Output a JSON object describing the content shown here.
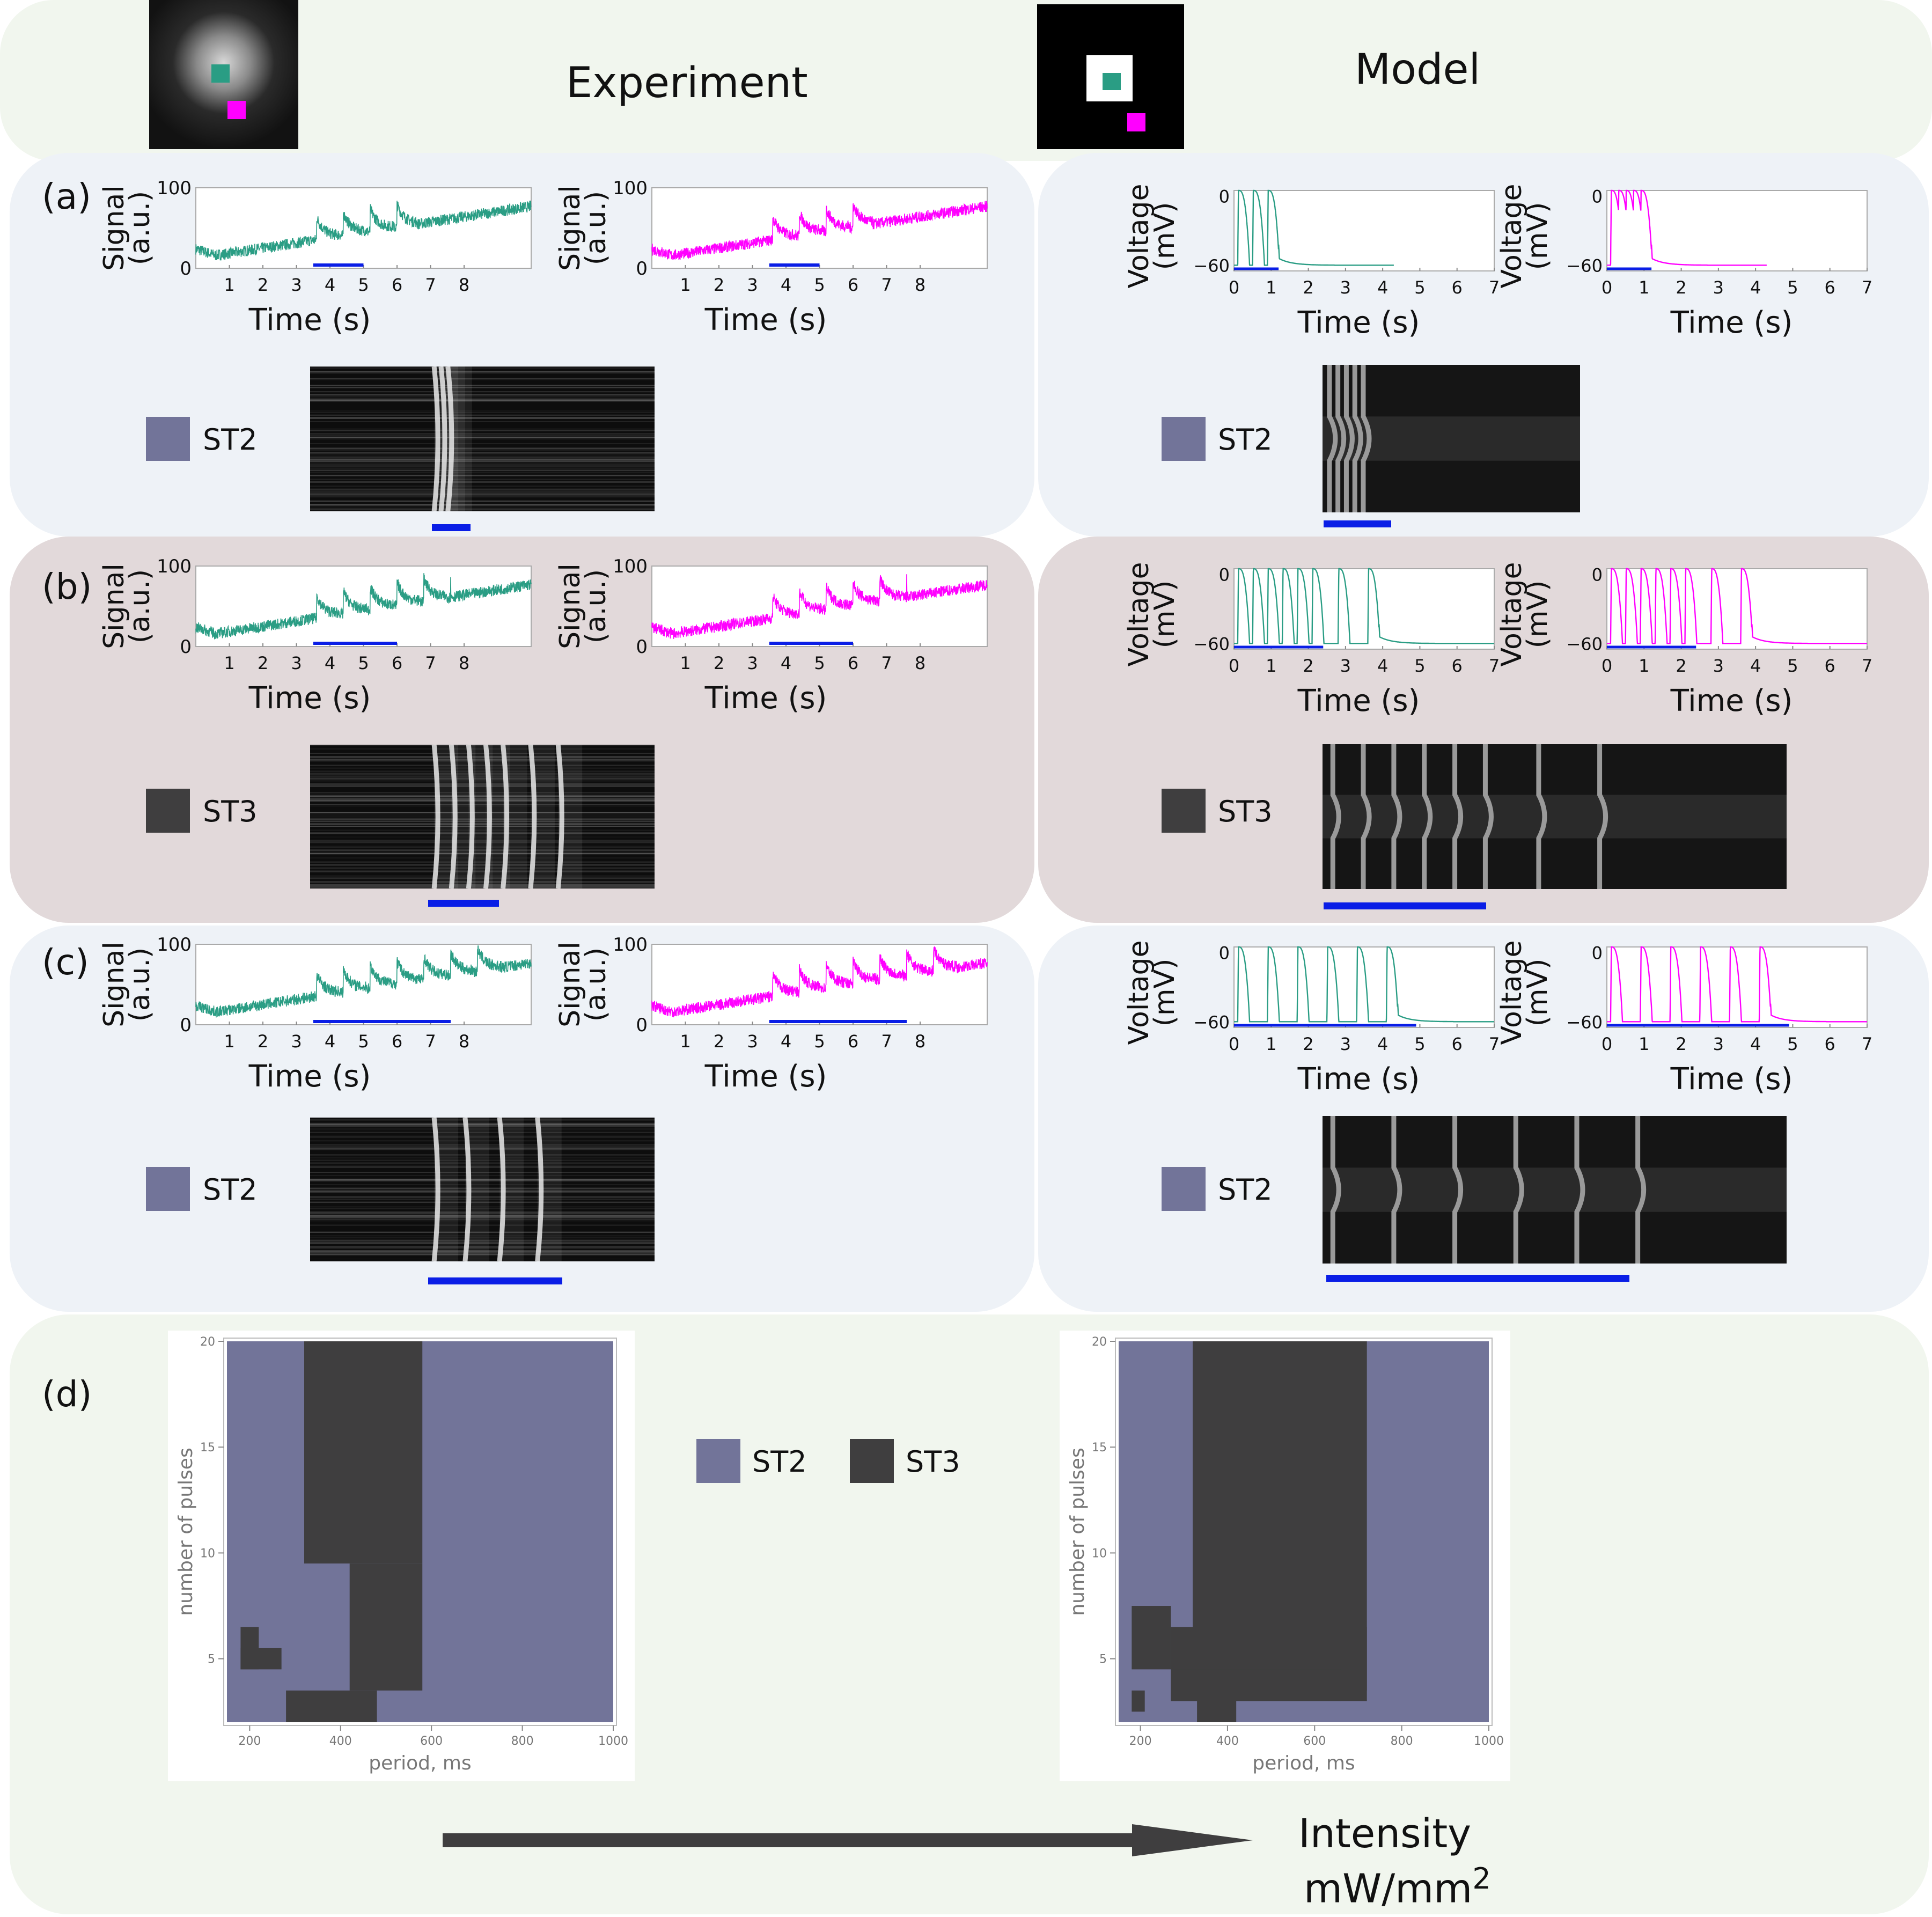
{
  "header": {
    "experiment_title": "Experiment",
    "model_title": "Model"
  },
  "colors": {
    "green_trace": "#2a9d84",
    "magenta_trace": "#ff00ff",
    "stim_bar": "#0a1ee6",
    "st2": "#727499",
    "st3": "#3f3e3f",
    "panel_blue": "#eef2f7",
    "panel_rose": "#e2d9da",
    "panel_green": "#f1f6ee"
  },
  "panels": [
    {
      "label": "(a)",
      "state_label": "ST2",
      "state": "st2"
    },
    {
      "label": "(b)",
      "state_label": "ST3",
      "state": "st3"
    },
    {
      "label": "(c)",
      "state_label": "ST2",
      "state": "st2"
    },
    {
      "label": "(d)"
    }
  ],
  "legend": {
    "st2": "ST2",
    "st3": "ST3"
  },
  "axis_text": {
    "signal_label_1": "Signal",
    "signal_label_2": "(a.u.)",
    "voltage_label_1": "Voltage",
    "voltage_label_2": "(mV)",
    "time_label": "Time (s)"
  },
  "intensity": {
    "line1": "Intensity",
    "line2": "mW/mm",
    "superscript": "2"
  },
  "chart_data": [
    {
      "id": "a-exp-green",
      "type": "line",
      "xlabel": "Time (s)",
      "ylabel": "Signal (a.u.)",
      "xticks": [
        1,
        2,
        3,
        4,
        5,
        6,
        7,
        8
      ],
      "yticks": [
        0,
        100
      ],
      "xlim": [
        0,
        10
      ],
      "ylim": [
        0,
        100
      ],
      "stimulus": [
        3.5,
        5.0
      ],
      "series": [
        {
          "color": "#2a9d84",
          "values": "experimental trace"
        }
      ]
    },
    {
      "id": "a-exp-magenta",
      "type": "line",
      "xlabel": "Time (s)",
      "ylabel": "Signal (a.u.)",
      "xticks": [
        1,
        2,
        3,
        4,
        5,
        6,
        7,
        8
      ],
      "yticks": [
        0,
        100
      ],
      "xlim": [
        0,
        10
      ],
      "ylim": [
        0,
        100
      ],
      "stimulus": [
        3.5,
        5.0
      ]
    },
    {
      "id": "a-model-green",
      "type": "line",
      "xlabel": "Time (s)",
      "ylabel": "Voltage (mV)",
      "xticks": [
        0,
        1,
        2,
        3,
        4,
        5,
        6,
        7
      ],
      "yticks": [
        0,
        -60
      ],
      "xlim": [
        0,
        7
      ],
      "ylim": [
        -65,
        5
      ],
      "stimulus": [
        0,
        1.2
      ],
      "spikes": [
        0.1,
        0.5,
        0.9
      ]
    },
    {
      "id": "a-model-magenta",
      "type": "line",
      "xlabel": "Time (s)",
      "ylabel": "Voltage (mV)",
      "xticks": [
        0,
        1,
        2,
        3,
        4,
        5,
        6,
        7
      ],
      "yticks": [
        0,
        -60
      ],
      "xlim": [
        0,
        7
      ],
      "ylim": [
        -65,
        5
      ],
      "stimulus": [
        0,
        1.2
      ],
      "spikes": [
        0.1,
        0.3,
        0.5,
        0.7,
        0.9
      ]
    },
    {
      "id": "b-exp-green",
      "type": "line",
      "xlabel": "Time (s)",
      "ylabel": "Signal (a.u.)",
      "xticks": [
        1,
        2,
        3,
        4,
        5,
        6,
        7,
        8
      ],
      "yticks": [
        0,
        100
      ],
      "xlim": [
        0,
        10
      ],
      "ylim": [
        0,
        100
      ],
      "stimulus": [
        3.5,
        6.0
      ]
    },
    {
      "id": "b-exp-magenta",
      "type": "line",
      "xlabel": "Time (s)",
      "ylabel": "Signal (a.u.)",
      "xticks": [
        1,
        2,
        3,
        4,
        5,
        6,
        7,
        8
      ],
      "yticks": [
        0,
        100
      ],
      "xlim": [
        0,
        10
      ],
      "ylim": [
        0,
        100
      ],
      "stimulus": [
        3.5,
        6.0
      ]
    },
    {
      "id": "b-model-green",
      "type": "line",
      "xlabel": "Time (s)",
      "ylabel": "Voltage (mV)",
      "xticks": [
        0,
        1,
        2,
        3,
        4,
        5,
        6,
        7
      ],
      "yticks": [
        0,
        -60
      ],
      "xlim": [
        0,
        7
      ],
      "ylim": [
        -65,
        5
      ],
      "stimulus": [
        0,
        2.4
      ],
      "spikes": [
        0.1,
        0.5,
        0.9,
        1.3,
        1.7,
        2.1,
        2.8,
        3.6
      ]
    },
    {
      "id": "b-model-magenta",
      "type": "line",
      "xlabel": "Time (s)",
      "ylabel": "Voltage (mV)",
      "xticks": [
        0,
        1,
        2,
        3,
        4,
        5,
        6,
        7
      ],
      "yticks": [
        0,
        -60
      ],
      "xlim": [
        0,
        7
      ],
      "ylim": [
        -65,
        5
      ],
      "stimulus": [
        0,
        2.4
      ],
      "spikes": [
        0.1,
        0.5,
        0.9,
        1.3,
        1.7,
        2.1,
        2.8,
        3.6
      ]
    },
    {
      "id": "c-exp-green",
      "type": "line",
      "xlabel": "Time (s)",
      "ylabel": "Signal (a.u.)",
      "xticks": [
        1,
        2,
        3,
        4,
        5,
        6,
        7,
        8
      ],
      "yticks": [
        0,
        100
      ],
      "xlim": [
        0,
        10
      ],
      "ylim": [
        0,
        100
      ],
      "stimulus": [
        3.5,
        7.6
      ]
    },
    {
      "id": "c-exp-magenta",
      "type": "line",
      "xlabel": "Time (s)",
      "ylabel": "Signal (a.u.)",
      "xticks": [
        1,
        2,
        3,
        4,
        5,
        6,
        7,
        8
      ],
      "yticks": [
        0,
        100
      ],
      "xlim": [
        0,
        10
      ],
      "ylim": [
        0,
        100
      ],
      "stimulus": [
        3.5,
        7.6
      ]
    },
    {
      "id": "c-model-green",
      "type": "line",
      "xlabel": "Time (s)",
      "ylabel": "Voltage (mV)",
      "xticks": [
        0,
        1,
        2,
        3,
        4,
        5,
        6,
        7
      ],
      "yticks": [
        0,
        -60
      ],
      "xlim": [
        0,
        7
      ],
      "ylim": [
        -65,
        5
      ],
      "stimulus": [
        0,
        4.9
      ],
      "spikes": [
        0.1,
        0.9,
        1.7,
        2.5,
        3.3,
        4.1
      ]
    },
    {
      "id": "c-model-magenta",
      "type": "line",
      "xlabel": "Time (s)",
      "ylabel": "Voltage (mV)",
      "xticks": [
        0,
        1,
        2,
        3,
        4,
        5,
        6,
        7
      ],
      "yticks": [
        0,
        -60
      ],
      "xlim": [
        0,
        7
      ],
      "ylim": [
        -65,
        5
      ],
      "stimulus": [
        0,
        4.9
      ],
      "spikes": [
        0.1,
        0.9,
        1.7,
        2.5,
        3.3,
        4.1
      ]
    },
    {
      "id": "d-exp-map",
      "type": "heatmap",
      "xlabel": "period, ms",
      "ylabel": "number of pulses",
      "xticks": [
        200,
        400,
        600,
        800,
        1000
      ],
      "yticks": [
        5,
        10,
        15,
        20
      ],
      "xlim": [
        150,
        1000
      ],
      "ylim": [
        2,
        20
      ],
      "legend": [
        "ST2",
        "ST3"
      ],
      "st3_regions": [
        [
          320,
          580,
          9.5,
          20
        ],
        [
          420,
          580,
          3.5,
          9.5
        ],
        [
          280,
          480,
          2,
          3.5
        ],
        [
          180,
          220,
          4.5,
          6.5
        ],
        [
          180,
          270,
          4.5,
          5.5
        ]
      ]
    },
    {
      "id": "d-model-map",
      "type": "heatmap",
      "xlabel": "period, ms",
      "ylabel": "number of pulses",
      "xticks": [
        200,
        400,
        600,
        800,
        1000
      ],
      "yticks": [
        5,
        10,
        15,
        20
      ],
      "xlim": [
        150,
        1000
      ],
      "ylim": [
        2,
        20
      ],
      "legend": [
        "ST2",
        "ST3"
      ],
      "st3_regions": [
        [
          320,
          720,
          3.5,
          20
        ],
        [
          180,
          270,
          4.5,
          7.5
        ],
        [
          270,
          720,
          3,
          6.5
        ],
        [
          330,
          420,
          2,
          3
        ],
        [
          180,
          210,
          2.5,
          3.5
        ],
        [
          270,
          660,
          3,
          4.5
        ]
      ]
    }
  ]
}
